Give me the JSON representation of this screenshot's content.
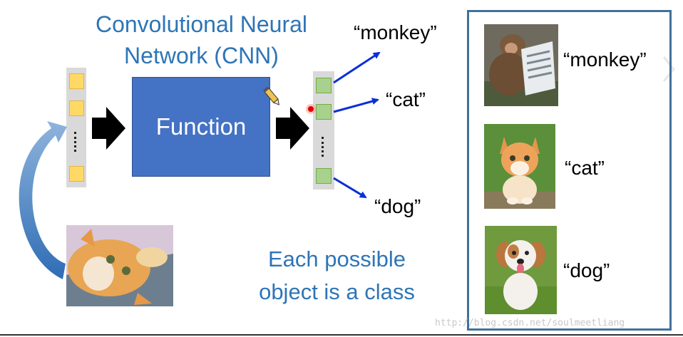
{
  "title": {
    "line1": "Convolutional Neural",
    "line2": "Network (CNN)"
  },
  "function_label": "Function",
  "outputs": {
    "monkey": "“monkey”",
    "cat": "“cat”",
    "dog": "“dog”"
  },
  "caption": {
    "line1": "Each possible",
    "line2": "object is a class"
  },
  "examples": {
    "monkey": "“monkey”",
    "cat": "“cat”",
    "dog": "“dog”"
  },
  "watermark": "http://blog.csdn.net/soulmeetliang",
  "colors": {
    "title": "#2e75b6",
    "function_box": "#4472c4",
    "arrow_blue": "#0b2fd6",
    "frame": "#41719c"
  },
  "icons": [
    "pencil-cursor-icon",
    "laser-pointer-icon",
    "next-slide-chevron-icon"
  ]
}
